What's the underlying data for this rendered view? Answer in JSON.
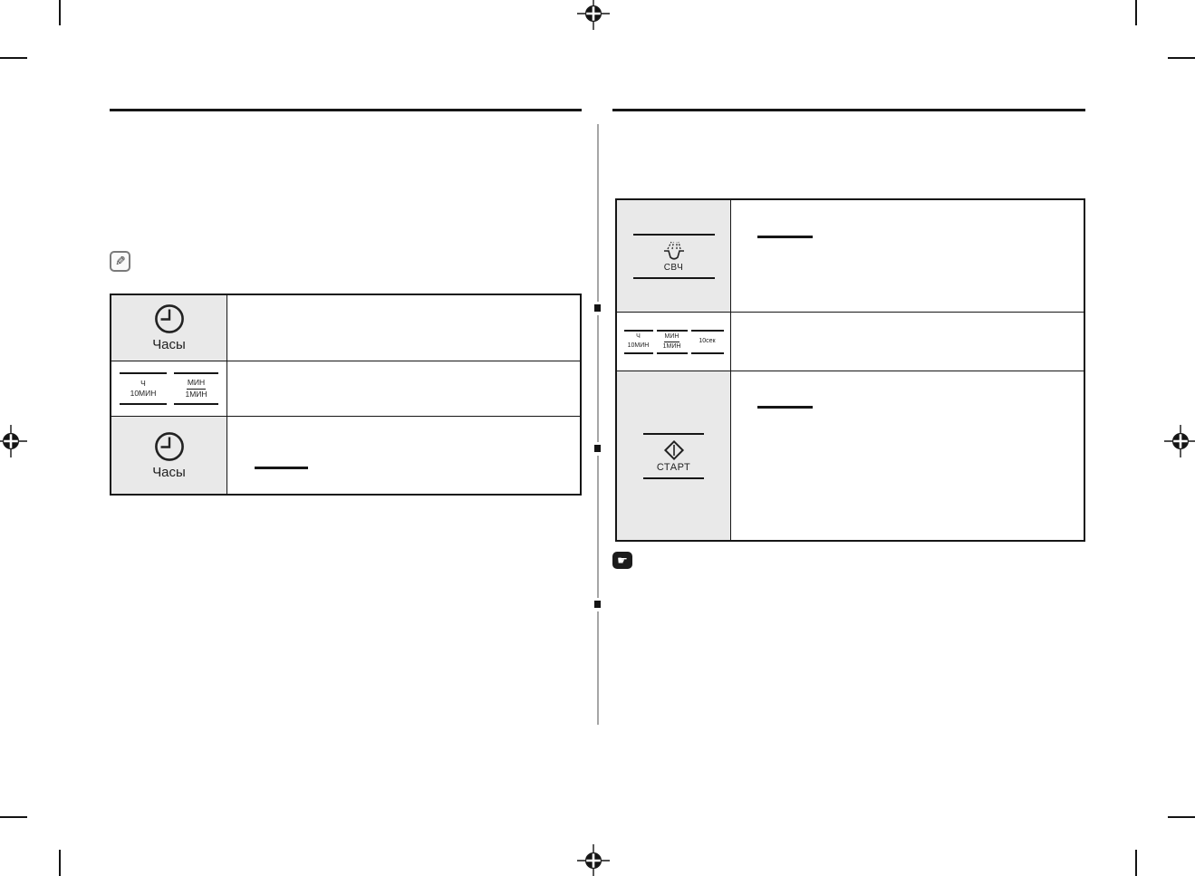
{
  "page": {
    "kind": "print manual page",
    "bg_color": "#ffffff",
    "cell_bg_color": "#e9e9e9",
    "line_color": "#161616",
    "divider_color": "#a6a6a6"
  },
  "icons": {
    "note_glyph": "✎",
    "hand_glyph": "☛"
  },
  "left_column": {
    "table": {
      "row1": {
        "icon": "clock-icon",
        "label": "Часы"
      },
      "row2": {
        "btn_hour": {
          "top": "Ч",
          "bottom": "10МИН"
        },
        "btn_min": {
          "top": "МИН",
          "bottom": "1МИН"
        }
      },
      "row3": {
        "icon": "clock-icon",
        "label": "Часы"
      }
    }
  },
  "right_column": {
    "table": {
      "row1": {
        "icon": "microwave-icon",
        "label": "СВЧ"
      },
      "row2": {
        "btn_hour": {
          "top": "Ч",
          "bottom": "10МИН"
        },
        "btn_min": {
          "top": "МИН",
          "bottom": "1МИН"
        },
        "btn_sec": "10сек"
      },
      "row3": {
        "icon": "start-icon",
        "label": "СТАРТ"
      }
    }
  }
}
